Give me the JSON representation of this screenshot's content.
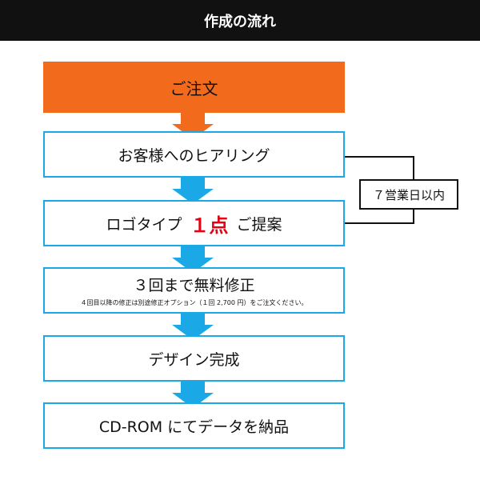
{
  "header": {
    "title": "作成の流れ"
  },
  "steps": {
    "order": "ご注文",
    "hearing": "お客様へのヒアリング",
    "proposal_pre": "ロゴタイプ",
    "proposal_highlight": "１点",
    "proposal_post": "ご提案",
    "revision": "３回まで無料修正",
    "revision_note": "４回目以降の修正は別途修正オプション（１回 2,700 円）をご注文ください。",
    "complete": "デザイン完成",
    "delivery": "CD-ROM にてデータを納品"
  },
  "side_note": "７営業日以内",
  "colors": {
    "orange": "#f26b1d",
    "blue": "#1aa8e6",
    "red": "#e60012",
    "header": "#111111"
  }
}
